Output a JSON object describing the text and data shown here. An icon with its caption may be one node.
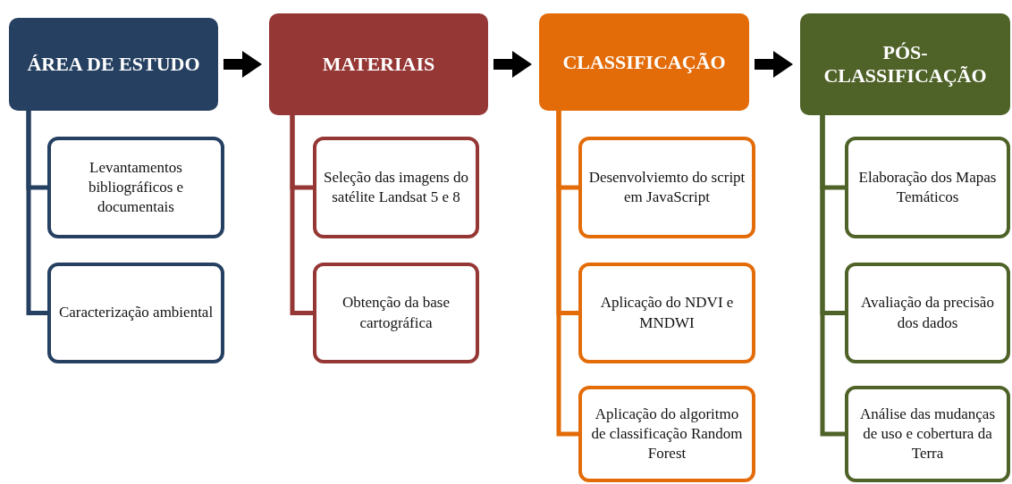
{
  "diagram": {
    "nodes": [
      {
        "text": [
          "ÁREA DE ESTUDO"
        ]
      },
      {
        "text": [
          "Levantamentos bibliográficos e documentais"
        ]
      },
      {
        "text": [
          "Caracterização ambiental"
        ]
      },
      {
        "text": [
          "MATERIAIS"
        ]
      },
      {
        "text": [
          "Seleção das imagens do satélite Landsat 5 e 8"
        ]
      },
      {
        "text": [
          "Obtenção da base cartográfica"
        ]
      },
      {
        "text": [
          "CLASSIFICAÇÃO"
        ]
      },
      {
        "text": [
          "Desenvolviemto do script em JavaScript"
        ]
      },
      {
        "text": [
          "Aplicação do NDVI e MNDWI"
        ]
      },
      {
        "text": [
          "Aplicação do algoritmo de classificação Random Forest"
        ]
      },
      {
        "text": [
          "PÓS-CLASSIFICAÇÃO"
        ]
      },
      {
        "text": [
          "Elaboração dos Mapas Temáticos"
        ]
      },
      {
        "text": [
          "Avaliação da precisão dos dados"
        ]
      },
      {
        "text": [
          "Análise das mudanças de uso e cobertura da Terra"
        ]
      }
    ],
    "edges": [
      {
        "from": 0,
        "to": 3,
        "arrow": "to",
        "style": "thick"
      },
      {
        "from": 3,
        "to": 6,
        "arrow": "to",
        "style": "thick"
      },
      {
        "from": 6,
        "to": 10,
        "arrow": "to",
        "style": "thick"
      },
      {
        "from": 0,
        "to": 1,
        "arrow": "none",
        "color": "#254061"
      },
      {
        "from": 0,
        "to": 2,
        "arrow": "none",
        "color": "#254061"
      },
      {
        "from": 3,
        "to": 4,
        "arrow": "none",
        "color": "#953735"
      },
      {
        "from": 3,
        "to": 5,
        "arrow": "none",
        "color": "#953735"
      },
      {
        "from": 6,
        "to": 7,
        "arrow": "none",
        "color": "#e36c09"
      },
      {
        "from": 6,
        "to": 8,
        "arrow": "none",
        "color": "#e36c09"
      },
      {
        "from": 6,
        "to": 9,
        "arrow": "none",
        "color": "#e36c09"
      },
      {
        "from": 10,
        "to": 11,
        "arrow": "none",
        "color": "#4f6228"
      },
      {
        "from": 10,
        "to": 12,
        "arrow": "none",
        "color": "#4f6228"
      },
      {
        "from": 10,
        "to": 13,
        "arrow": "none",
        "color": "#4f6228"
      }
    ]
  }
}
